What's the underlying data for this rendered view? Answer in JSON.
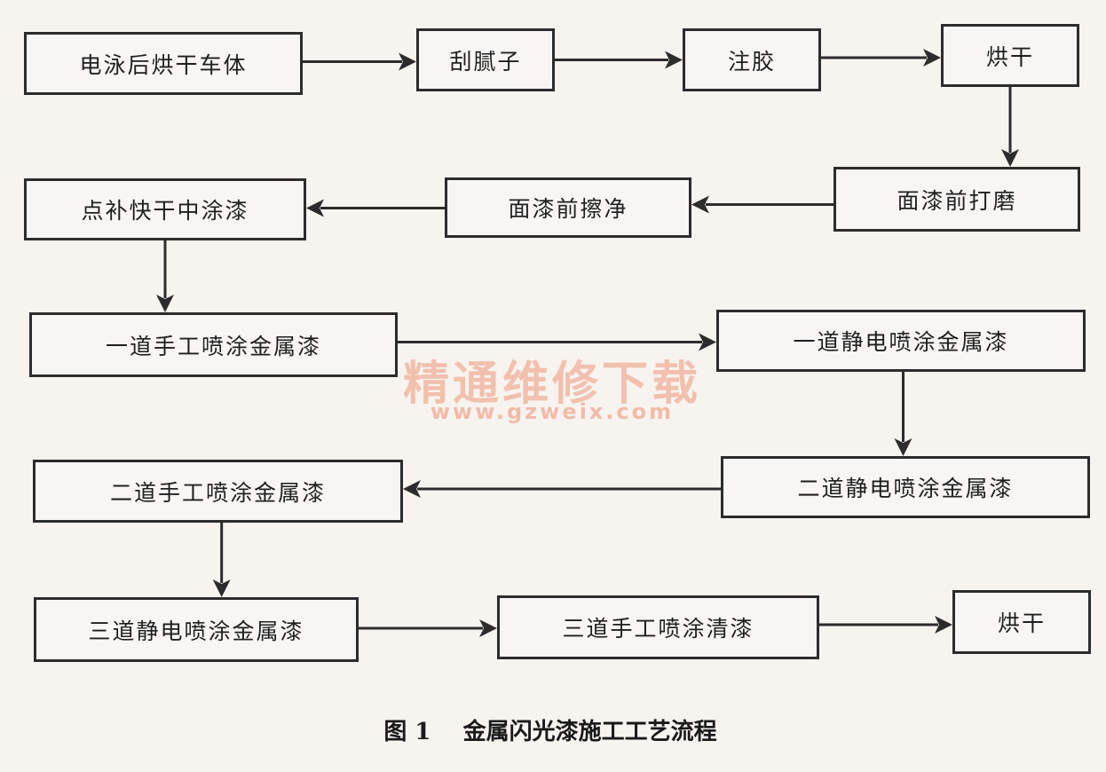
{
  "figure": {
    "caption": "图 1    金属闪光漆施工工艺流程",
    "watermark": {
      "title": "精通维修下载",
      "url": "www.gzweix.com"
    }
  },
  "steps": [
    {
      "id": "s1",
      "label": "电泳后烘干车体"
    },
    {
      "id": "s2",
      "label": "刮腻子"
    },
    {
      "id": "s3",
      "label": "注胶"
    },
    {
      "id": "s4",
      "label": "烘干"
    },
    {
      "id": "s5",
      "label": "面漆前打磨"
    },
    {
      "id": "s6",
      "label": "面漆前擦净"
    },
    {
      "id": "s7",
      "label": "点补快干中涂漆"
    },
    {
      "id": "s8",
      "label": "一道手工喷涂金属漆"
    },
    {
      "id": "s9",
      "label": "一道静电喷涂金属漆"
    },
    {
      "id": "s10",
      "label": "二道静电喷涂金属漆"
    },
    {
      "id": "s11",
      "label": "二道手工喷涂金属漆"
    },
    {
      "id": "s12",
      "label": "三道静电喷涂金属漆"
    },
    {
      "id": "s13",
      "label": "三道手工喷涂清漆"
    },
    {
      "id": "s14",
      "label": "烘干"
    }
  ],
  "flows": [
    {
      "from": "s1",
      "to": "s2"
    },
    {
      "from": "s2",
      "to": "s3"
    },
    {
      "from": "s3",
      "to": "s4"
    },
    {
      "from": "s4",
      "to": "s5"
    },
    {
      "from": "s5",
      "to": "s6"
    },
    {
      "from": "s6",
      "to": "s7"
    },
    {
      "from": "s7",
      "to": "s8"
    },
    {
      "from": "s8",
      "to": "s9"
    },
    {
      "from": "s9",
      "to": "s10"
    },
    {
      "from": "s10",
      "to": "s11"
    },
    {
      "from": "s11",
      "to": "s12"
    },
    {
      "from": "s12",
      "to": "s13"
    },
    {
      "from": "s13",
      "to": "s14"
    }
  ]
}
